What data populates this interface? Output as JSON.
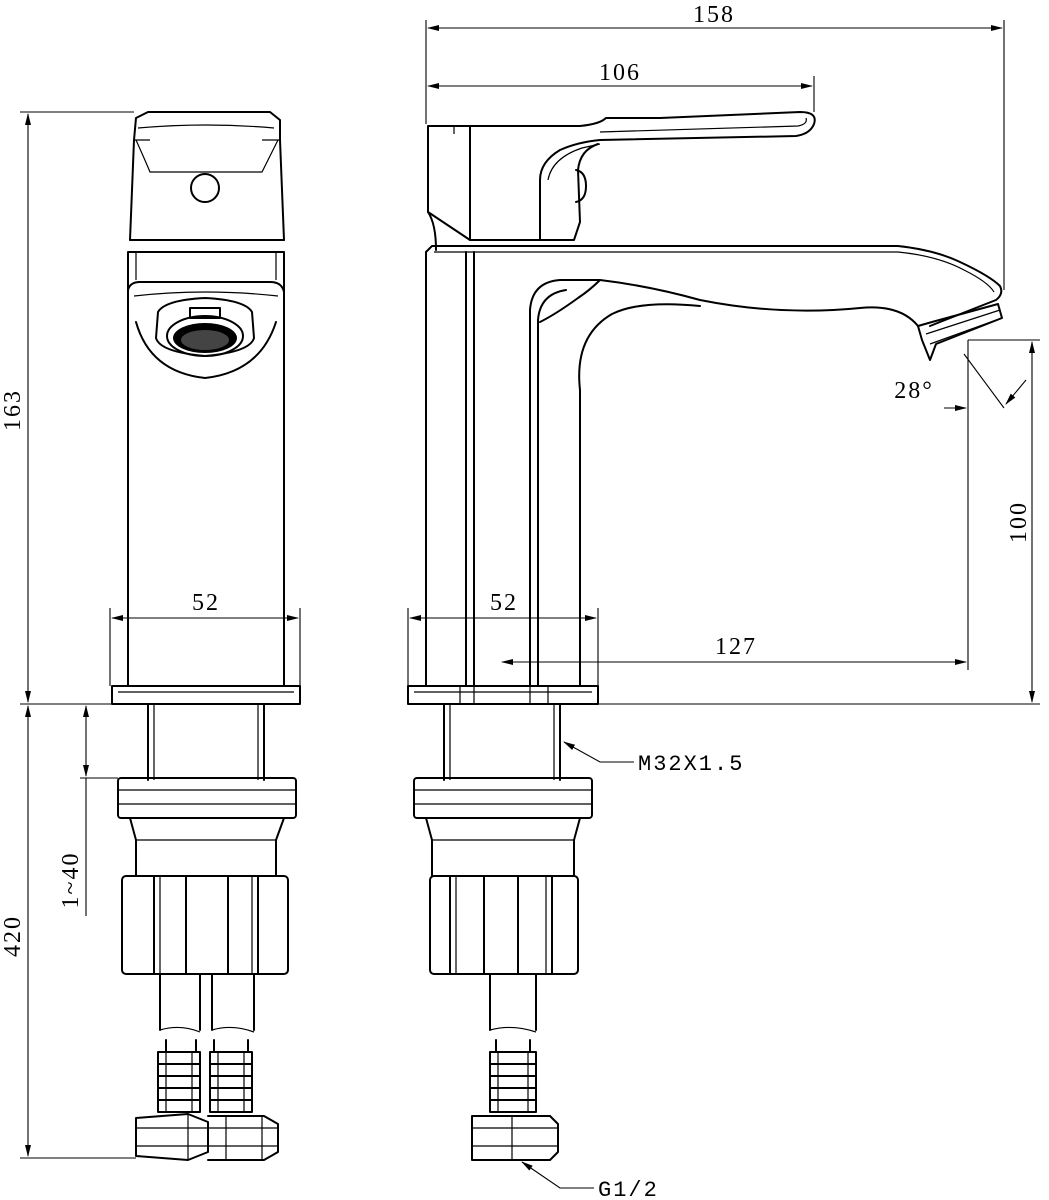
{
  "dimensions": {
    "overall_width": "158",
    "lever_reach": "106",
    "total_height": "163",
    "spout_height": "100",
    "spout_angle": "28°",
    "base_width_front": "52",
    "base_width_side": "52",
    "spout_reach": "127",
    "mount_thickness": "1~40",
    "hose_length": "420"
  },
  "callouts": {
    "thread": "M32X1.5",
    "hose_connector": "G1/2"
  }
}
